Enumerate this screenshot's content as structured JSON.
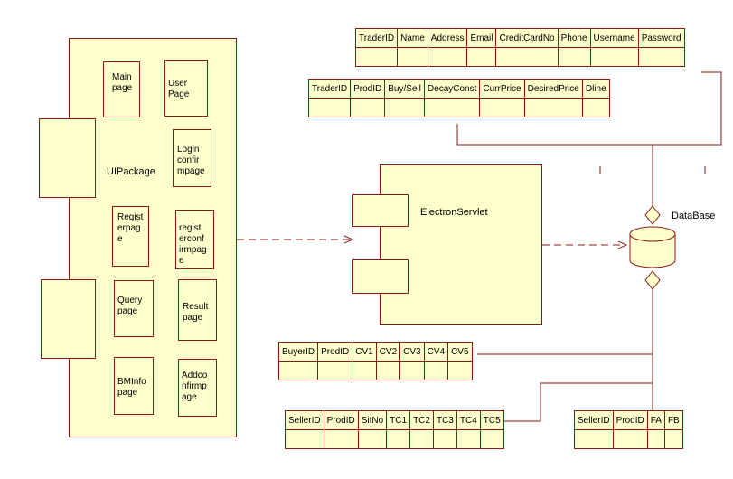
{
  "package": {
    "title": "UIPackage",
    "pages": {
      "main": "Main\npage",
      "user": "User\nPage",
      "login": "Login\nconfir\nmpage",
      "register": "Regist\nerpag\ne",
      "register_confirm": "regist\nerconf\nirmpag\ne",
      "query": "Query\npage",
      "result": "Result\npage",
      "bminfo": "BMInfo\npage",
      "addconfirm": "Addco\nnfirmp\nage"
    }
  },
  "servlet": {
    "title": "ElectronServlet"
  },
  "database": {
    "title": "DataBase"
  },
  "tables": {
    "trader": [
      "TraderID",
      "Name",
      "Address",
      "Email",
      "CreditCardNo",
      "Phone",
      "Username",
      "Password"
    ],
    "order": [
      "TraderID",
      "ProdID",
      "Buy/Sell",
      "DecayConst",
      "CurrPrice",
      "DesiredPrice",
      "Dline"
    ],
    "buyer": [
      "BuyerID",
      "ProdID",
      "CV1",
      "CV2",
      "CV3",
      "CV4",
      "CV5"
    ],
    "seller": [
      "SellerID",
      "ProdID",
      "SitNo",
      "TC1",
      "TC2",
      "TC3",
      "TC4",
      "TC5"
    ],
    "feedback": [
      "SellerID",
      "ProdID",
      "FA",
      "FB"
    ]
  },
  "colors": {
    "fill": "#ffffcc",
    "stroke": "#8b1a1a",
    "line": "#8b1a1a"
  }
}
